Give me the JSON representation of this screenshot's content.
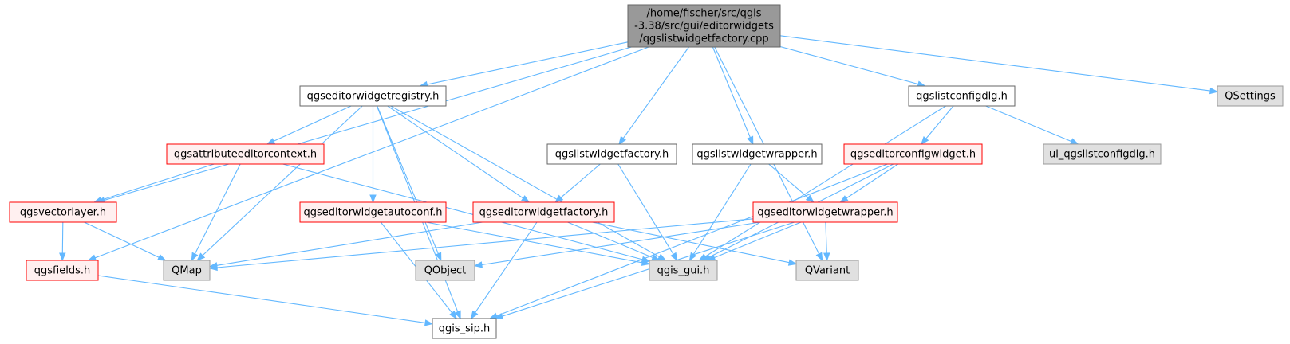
{
  "graph": {
    "colors": {
      "edge": "#63b8ff",
      "root_fill": "#999999",
      "root_border": "#666666",
      "normal_fill": "#ffffff",
      "normal_border": "#666666",
      "truncated_fill": "#fff0f0",
      "truncated_border": "#ff0000",
      "external_fill": "#e0e0e0",
      "external_border": "#999999"
    },
    "nodes": [
      {
        "id": "root",
        "kind": "root",
        "lines": [
          "/home/fischer/src/qgis",
          "-3.38/src/gui/editorwidgets",
          "/qgslistwidgetfactory.cpp"
        ]
      },
      {
        "id": "qgseditorwidgetregistry",
        "kind": "normal",
        "lines": [
          "qgseditorwidgetregistry.h"
        ]
      },
      {
        "id": "qgslistconfigdlg",
        "kind": "normal",
        "lines": [
          "qgslistconfigdlg.h"
        ]
      },
      {
        "id": "qsettings",
        "kind": "external",
        "lines": [
          "QSettings"
        ]
      },
      {
        "id": "qgsattributeeditorcontext",
        "kind": "truncated",
        "lines": [
          "qgsattributeeditorcontext.h"
        ]
      },
      {
        "id": "qgslistwidgetfactory_h",
        "kind": "normal",
        "lines": [
          "qgslistwidgetfactory.h"
        ]
      },
      {
        "id": "qgslistwidgetwrapper",
        "kind": "normal",
        "lines": [
          "qgslistwidgetwrapper.h"
        ]
      },
      {
        "id": "qgseditorconfigwidget",
        "kind": "truncated",
        "lines": [
          "qgseditorconfigwidget.h"
        ]
      },
      {
        "id": "ui_qgslistconfigdlg",
        "kind": "external",
        "lines": [
          "ui_qgslistconfigdlg.h"
        ]
      },
      {
        "id": "qgsvectorlayer",
        "kind": "truncated",
        "lines": [
          "qgsvectorlayer.h"
        ]
      },
      {
        "id": "qgseditorwidgetautoconf",
        "kind": "truncated",
        "lines": [
          "qgseditorwidgetautoconf.h"
        ]
      },
      {
        "id": "qgseditorwidgetfactory",
        "kind": "truncated",
        "lines": [
          "qgseditorwidgetfactory.h"
        ]
      },
      {
        "id": "qgseditorwidgetwrapper",
        "kind": "truncated",
        "lines": [
          "qgseditorwidgetwrapper.h"
        ]
      },
      {
        "id": "qgsfields",
        "kind": "truncated",
        "lines": [
          "qgsfields.h"
        ]
      },
      {
        "id": "qmap",
        "kind": "external",
        "lines": [
          "QMap"
        ]
      },
      {
        "id": "qobject",
        "kind": "external",
        "lines": [
          "QObject"
        ]
      },
      {
        "id": "qgis_gui",
        "kind": "external",
        "lines": [
          "qgis_gui.h"
        ]
      },
      {
        "id": "qvariant",
        "kind": "external",
        "lines": [
          "QVariant"
        ]
      },
      {
        "id": "qgis_sip",
        "kind": "normal",
        "lines": [
          "qgis_sip.h"
        ]
      }
    ],
    "edges": [
      [
        "root",
        "qgseditorwidgetregistry"
      ],
      [
        "root",
        "qgslistwidgetfactory_h"
      ],
      [
        "root",
        "qgslistwidgetwrapper"
      ],
      [
        "root",
        "qgslistconfigdlg"
      ],
      [
        "root",
        "qsettings"
      ],
      [
        "root",
        "qvariant"
      ],
      [
        "root",
        "qgsvectorlayer"
      ],
      [
        "root",
        "qgsfields"
      ],
      [
        "qgseditorwidgetregistry",
        "qgsattributeeditorcontext"
      ],
      [
        "qgseditorwidgetregistry",
        "qgseditorwidgetautoconf"
      ],
      [
        "qgseditorwidgetregistry",
        "qgseditorwidgetfactory"
      ],
      [
        "qgseditorwidgetregistry",
        "qgis_gui"
      ],
      [
        "qgseditorwidgetregistry",
        "qmap"
      ],
      [
        "qgseditorwidgetregistry",
        "qobject"
      ],
      [
        "qgseditorwidgetregistry",
        "qgis_sip"
      ],
      [
        "qgsattributeeditorcontext",
        "qgsvectorlayer"
      ],
      [
        "qgsattributeeditorcontext",
        "qmap"
      ],
      [
        "qgsattributeeditorcontext",
        "qgis_gui"
      ],
      [
        "qgsvectorlayer",
        "qgsfields"
      ],
      [
        "qgsvectorlayer",
        "qmap"
      ],
      [
        "qgsfields",
        "qgis_sip"
      ],
      [
        "qgseditorwidgetautoconf",
        "qgis_gui"
      ],
      [
        "qgseditorwidgetautoconf",
        "qgis_sip"
      ],
      [
        "qgslistwidgetfactory_h",
        "qgseditorwidgetfactory"
      ],
      [
        "qgslistwidgetfactory_h",
        "qgis_gui"
      ],
      [
        "qgseditorwidgetfactory",
        "qmap"
      ],
      [
        "qgseditorwidgetfactory",
        "qgis_gui"
      ],
      [
        "qgseditorwidgetfactory",
        "qgis_sip"
      ],
      [
        "qgseditorwidgetfactory",
        "qvariant"
      ],
      [
        "qgslistwidgetwrapper",
        "qgseditorwidgetwrapper"
      ],
      [
        "qgslistwidgetwrapper",
        "qgis_gui"
      ],
      [
        "qgseditorwidgetwrapper",
        "qmap"
      ],
      [
        "qgseditorwidgetwrapper",
        "qobject"
      ],
      [
        "qgseditorwidgetwrapper",
        "qgis_gui"
      ],
      [
        "qgseditorwidgetwrapper",
        "qvariant"
      ],
      [
        "qgseditorwidgetwrapper",
        "qgis_sip"
      ],
      [
        "qgslistconfigdlg",
        "qgseditorconfigwidget"
      ],
      [
        "qgslistconfigdlg",
        "ui_qgslistconfigdlg"
      ],
      [
        "qgslistconfigdlg",
        "qgis_gui"
      ],
      [
        "qgseditorconfigwidget",
        "qgseditorwidgetwrapper"
      ],
      [
        "qgseditorconfigwidget",
        "qgis_gui"
      ],
      [
        "qgseditorconfigwidget",
        "qgis_sip"
      ]
    ]
  }
}
